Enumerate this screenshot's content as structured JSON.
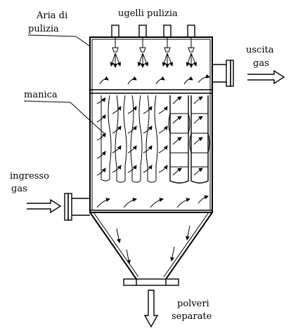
{
  "labels": {
    "cleaning_air": [
      "Aria di",
      "pulizia"
    ],
    "cleaning_nozzles": "ugelli pulizia",
    "gas_outlet": [
      "uscita",
      "gas"
    ],
    "sleeve": "manica",
    "gas_inlet": [
      "ingresso",
      "gas"
    ],
    "separated_dust": [
      "polveri",
      "separate"
    ]
  }
}
